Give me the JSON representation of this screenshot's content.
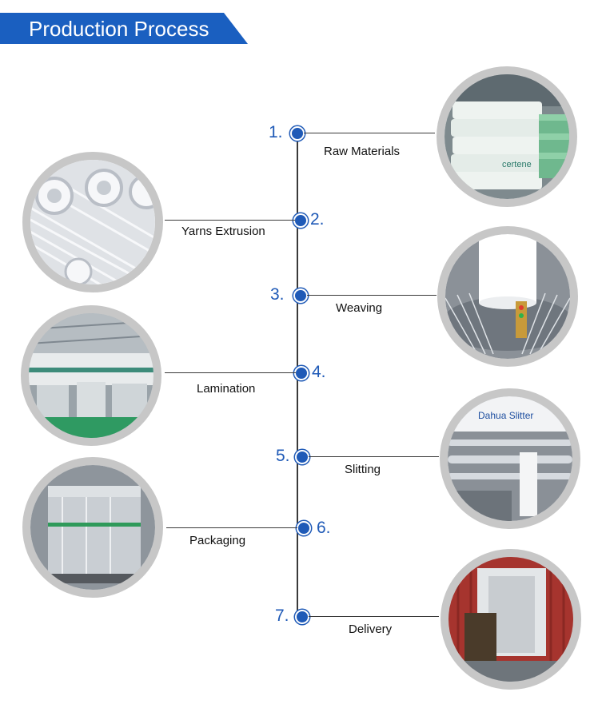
{
  "header": {
    "title": "Production Process"
  },
  "steps": [
    {
      "number": "1.",
      "label": "Raw Materials"
    },
    {
      "number": "2.",
      "label": "Yarns Extrusion"
    },
    {
      "number": "3.",
      "label": "Weaving"
    },
    {
      "number": "4.",
      "label": "Lamination"
    },
    {
      "number": "5.",
      "label": "Slitting"
    },
    {
      "number": "6.",
      "label": "Packaging"
    },
    {
      "number": "7.",
      "label": "Delivery"
    }
  ],
  "photos": {
    "slitter_sign": "Dahua Slitter",
    "bag_text": "certene"
  }
}
